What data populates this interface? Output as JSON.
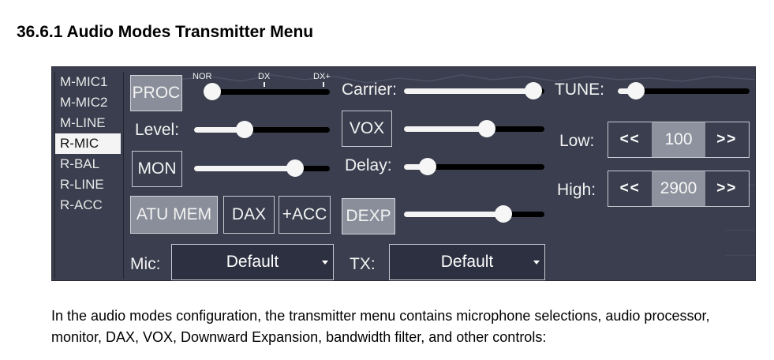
{
  "heading": "36.6.1 Audio Modes Transmitter Menu",
  "paragraph": "In the audio modes configuration, the transmitter menu contains microphone selections, audio processor, monitor, DAX, VOX, Downward Expansion, bandwidth filter, and other controls:",
  "menu": {
    "modes": [
      "M-MIC1",
      "M-MIC2",
      "M-LINE",
      "R-MIC",
      "R-BAL",
      "R-LINE",
      "R-ACC"
    ],
    "selected_mode": "R-MIC",
    "proc": {
      "label": "PROC",
      "scale": [
        "NOR",
        "DX",
        "DX+"
      ],
      "level": 0.0
    },
    "level": {
      "label": "Level:",
      "value": 0.35
    },
    "mon": {
      "label": "MON",
      "value": 0.78
    },
    "atu_mem": "ATU MEM",
    "dax": "DAX",
    "acc": "+ACC",
    "mic": {
      "label": "Mic:",
      "value": "Default"
    },
    "carrier": {
      "label": "Carrier:",
      "value": 0.98
    },
    "vox": {
      "label": "VOX",
      "value": 0.6
    },
    "delay": {
      "label": "Delay:",
      "value": 0.12
    },
    "dexp": {
      "label": "DEXP",
      "value": 0.74
    },
    "tx": {
      "label": "TX:",
      "value": "Default"
    },
    "tune": {
      "label": "TUNE:",
      "value": 0.08
    },
    "low": {
      "label": "Low:",
      "dec": "<<",
      "inc": ">>",
      "value": "100"
    },
    "high": {
      "label": "High:",
      "dec": "<<",
      "inc": ">>",
      "value": "2900"
    }
  },
  "colors": {
    "panel": "#3a3e4e",
    "active_button": "#8a8e9a",
    "track": "#000000",
    "thumb": "#f6f6f6"
  }
}
